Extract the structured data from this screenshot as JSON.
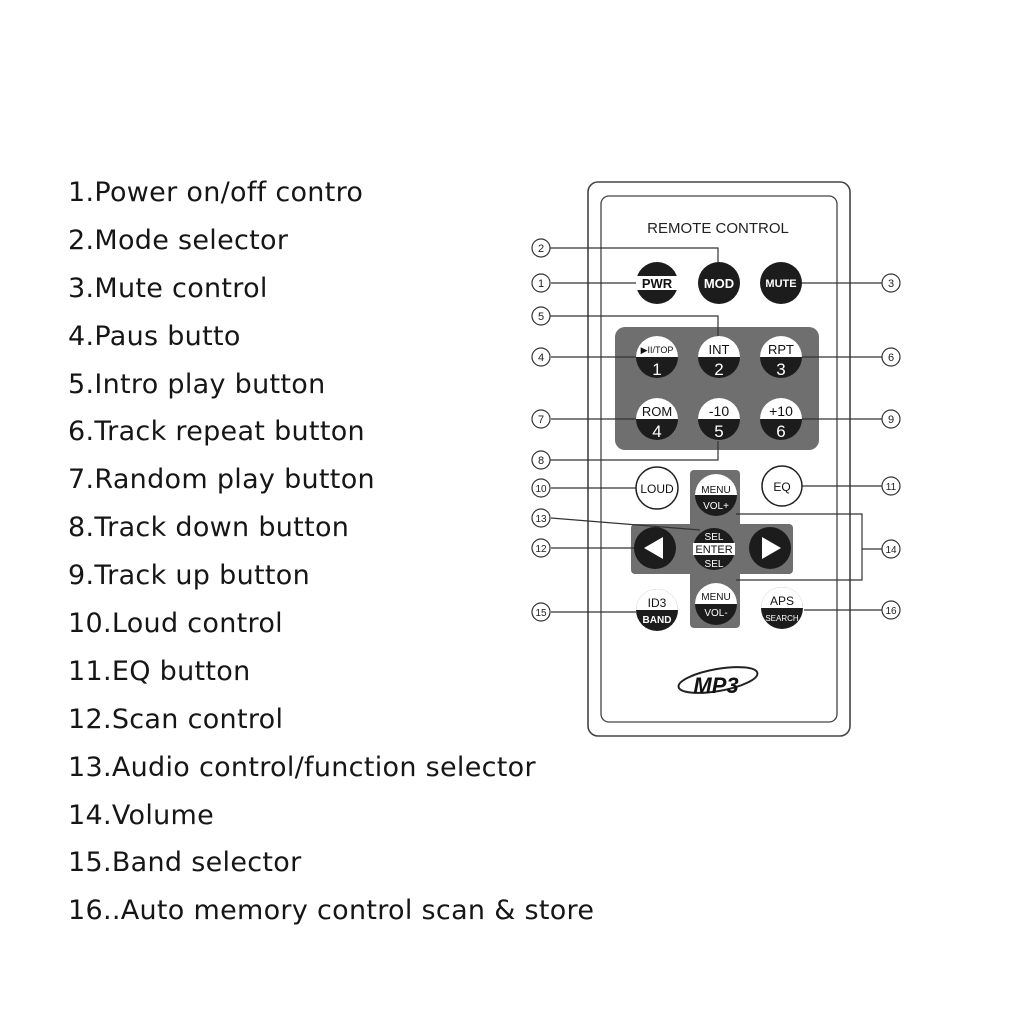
{
  "legend": [
    "1.Power on/off contro",
    "2.Mode selector",
    "3.Mute control",
    "4.Paus butto",
    "5.Intro play button",
    "6.Track repeat button",
    "7.Random play button",
    "8.Track down button",
    "9.Track up button",
    "10.Loud control",
    "11.EQ button",
    "12.Scan control",
    "13.Audio control/function selector",
    "14.Volume",
    "15.Band selector",
    "16..Auto memory control scan & store"
  ],
  "remote": {
    "title": "REMOTE CONTROL",
    "logo": "MP3",
    "buttons": {
      "pwr": "PWR",
      "mod": "MOD",
      "mute": "MUTE",
      "play_top": "▶II/TOP",
      "play_num": "1",
      "int_top": "INT",
      "int_num": "2",
      "rpt_top": "RPT",
      "rpt_num": "3",
      "rom_top": "ROM",
      "rom_num": "4",
      "down_top": "-10",
      "down_num": "5",
      "up_top": "+10",
      "up_num": "6",
      "loud": "LOUD",
      "eq": "EQ",
      "menu_up_top": "MENU",
      "menu_up_bottom": "VOL+",
      "sel_top": "SEL",
      "sel_mid": "ENTER",
      "sel_bottom": "SEL",
      "menu_down_top": "MENU",
      "menu_down_bottom": "VOL-",
      "id3_top": "ID3",
      "id3_bottom": "BAND",
      "aps_top": "APS",
      "aps_bottom": "SEARCH"
    }
  },
  "callouts": [
    "1",
    "2",
    "3",
    "4",
    "5",
    "6",
    "7",
    "8",
    "9",
    "10",
    "11",
    "12",
    "13",
    "14",
    "15",
    "16"
  ]
}
